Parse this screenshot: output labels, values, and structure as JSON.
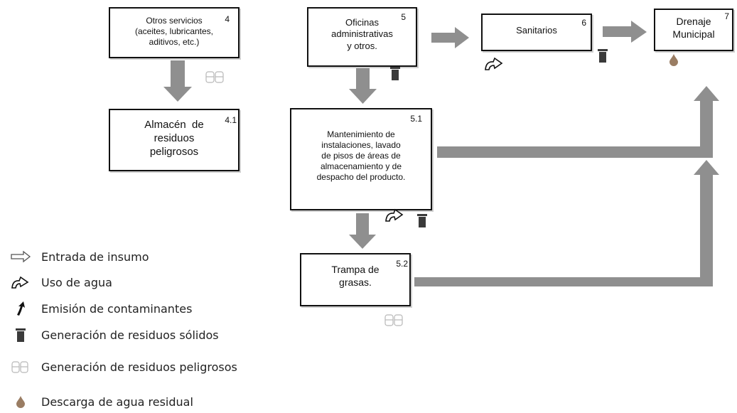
{
  "boxes": {
    "otros_servicios": {
      "text": "Otros servicios\n(aceites, lubricantes,\naditivos, etc.)",
      "num": "4"
    },
    "almacen": {
      "text": "Almacén  de\nresiduos\npeligrosos",
      "num": "4.1"
    },
    "oficinas": {
      "text": "Oficinas\nadministrativas\ny otros.",
      "num": "5"
    },
    "mantenimiento": {
      "text": "Mantenimiento de\ninstalaciones, lavado\nde pisos de áreas de\nalmacenamiento y de\ndespacho del producto.",
      "num": "5.1"
    },
    "trampa": {
      "text": "Trampa de\ngrasas.",
      "num": "5.2"
    },
    "sanitarios": {
      "text": "Sanitarios",
      "num": "6"
    },
    "drenaje": {
      "text": "Drenaje\nMunicipal",
      "num": "7"
    }
  },
  "legend": [
    {
      "icon": "input-arrow-icon",
      "label": "Entrada de insumo"
    },
    {
      "icon": "water-tap-icon",
      "label": "Uso de agua"
    },
    {
      "icon": "emission-icon",
      "label": "Emisión de contaminantes"
    },
    {
      "icon": "trash-bin-icon",
      "label": "Generación de residuos sólidos"
    },
    {
      "icon": "barrels-icon",
      "label": "Generación de residuos peligrosos"
    },
    {
      "icon": "drop-icon",
      "label": "Descarga de agua residual"
    }
  ],
  "colors": {
    "arrow": "#8f8f8f",
    "border": "#111111",
    "bin": "#3a3a3a",
    "barrel": "#b8b8b8",
    "drop": "#9a7d63"
  }
}
